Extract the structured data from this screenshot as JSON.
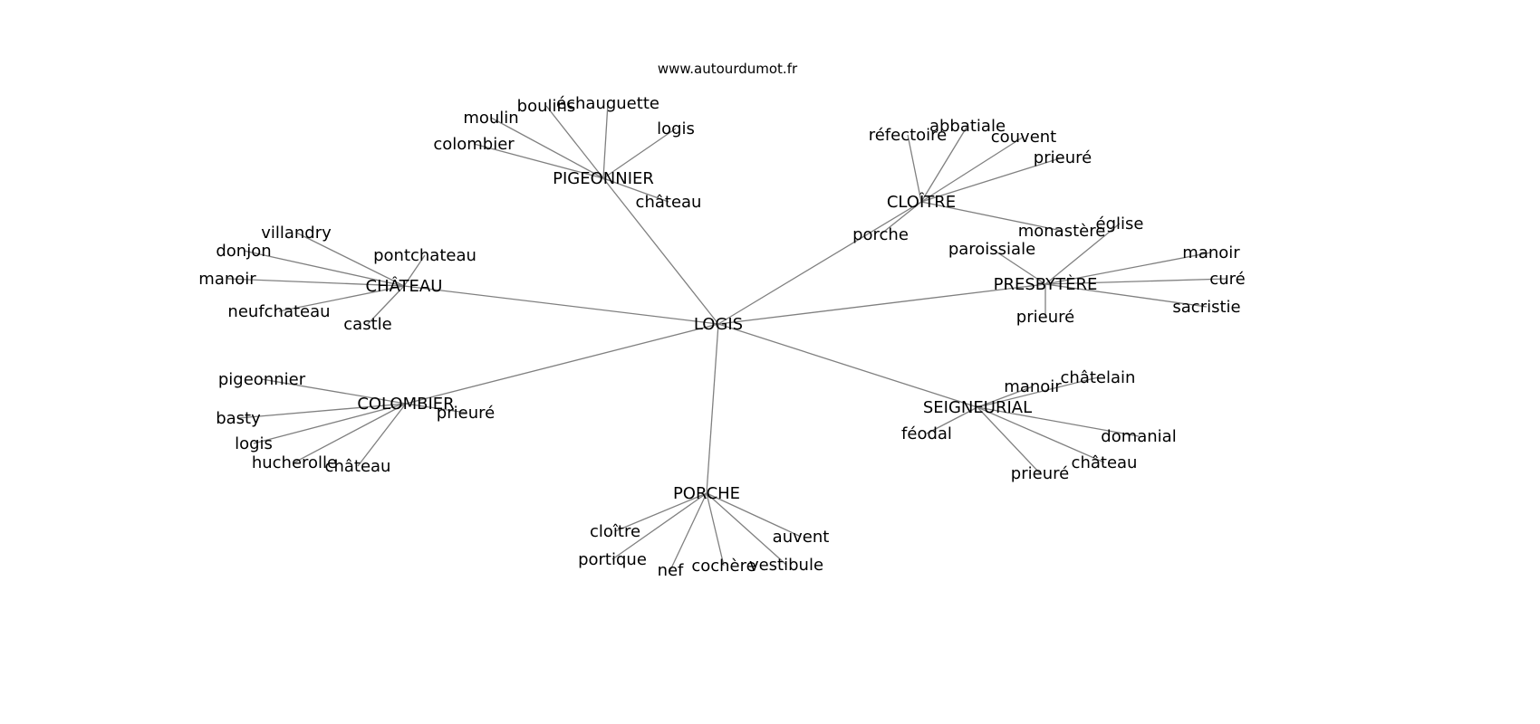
{
  "title": "www.autourdumot.fr",
  "edge_color": "#808080",
  "root": {
    "id": "logis",
    "label": "LOGIS"
  },
  "hubs": [
    {
      "id": "pigeonnier",
      "label": "PIGEONNIER",
      "leaves": [
        "colombier",
        "moulin",
        "boulins",
        "échauguette",
        "logis",
        "château"
      ]
    },
    {
      "id": "cloitre",
      "label": "CLOÎTRE",
      "leaves": [
        "réfectoire",
        "abbatiale",
        "couvent",
        "prieuré",
        "monastère",
        "porche"
      ]
    },
    {
      "id": "presbytere",
      "label": "PRESBYTÈRE",
      "leaves": [
        "paroissiale",
        "église",
        "manoir",
        "curé",
        "sacristie",
        "prieuré"
      ]
    },
    {
      "id": "seigneurial",
      "label": "SEIGNEURIAL",
      "leaves": [
        "manoir",
        "châtelain",
        "féodal",
        "domanial",
        "château",
        "prieuré"
      ]
    },
    {
      "id": "porche",
      "label": "PORCHE",
      "leaves": [
        "cloître",
        "portique",
        "nef",
        "cochère",
        "vestibule",
        "auvent"
      ]
    },
    {
      "id": "colombier",
      "label": "COLOMBIER",
      "leaves": [
        "pigeonnier",
        "basty",
        "logis",
        "hucherolle",
        "château",
        "prieuré"
      ]
    },
    {
      "id": "chateau",
      "label": "CHÂTEAU",
      "leaves": [
        "villandry",
        "donjon",
        "manoir",
        "neufchateau",
        "castle",
        "pontchateau"
      ]
    }
  ]
}
